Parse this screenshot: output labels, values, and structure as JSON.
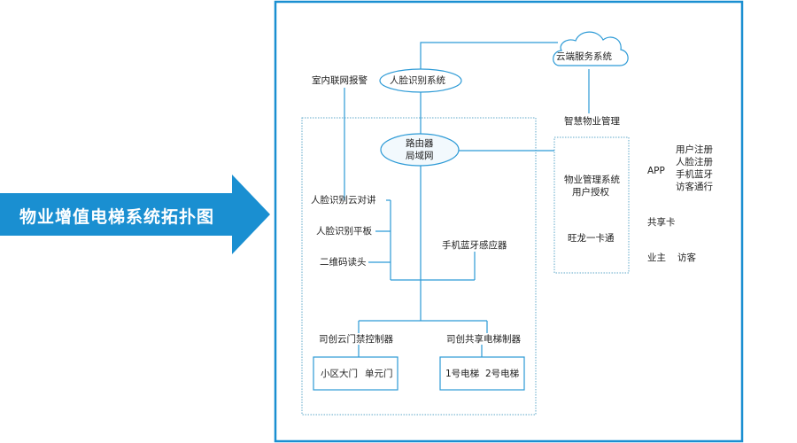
{
  "title": "物业增值电梯系统拓扑图",
  "colors": {
    "accent": "#1a8fd1",
    "frame": "#1a8fd1",
    "line": "#2c9ad6",
    "dotted": "#5fa8c9",
    "ellipse_fill": "#f2f9fd",
    "text": "#222222"
  },
  "nodes": {
    "cloud": "云端服务系统",
    "face_system": "人脸识别系统",
    "router_line1": "路由器",
    "router_line2": "局域网",
    "smart_property": "智慧物业管理",
    "indoor_alarm": "室内联网报警",
    "face_intercom": "人脸识别云对讲",
    "face_tablet": "人脸识别平板",
    "qr_reader": "二维码读头",
    "bt_sensor": "手机蓝牙感应器",
    "access_controller": "司创云门禁控制器",
    "elevator_controller": "司创共享电梯制器",
    "gate_main": "小区大门",
    "gate_unit": "单元门",
    "elevator_1": "1号电梯",
    "elevator_2": "2号电梯",
    "mgmt_system": "物业管理系统",
    "user_auth": "用户授权",
    "wanglong_card": "旺龙一卡通"
  },
  "app": {
    "label": "APP",
    "features": [
      "用户注册",
      "人脸注册",
      "手机蓝牙",
      "访客通行"
    ]
  },
  "shared_card": "共享卡",
  "owner": "业主",
  "visitor": "访客"
}
